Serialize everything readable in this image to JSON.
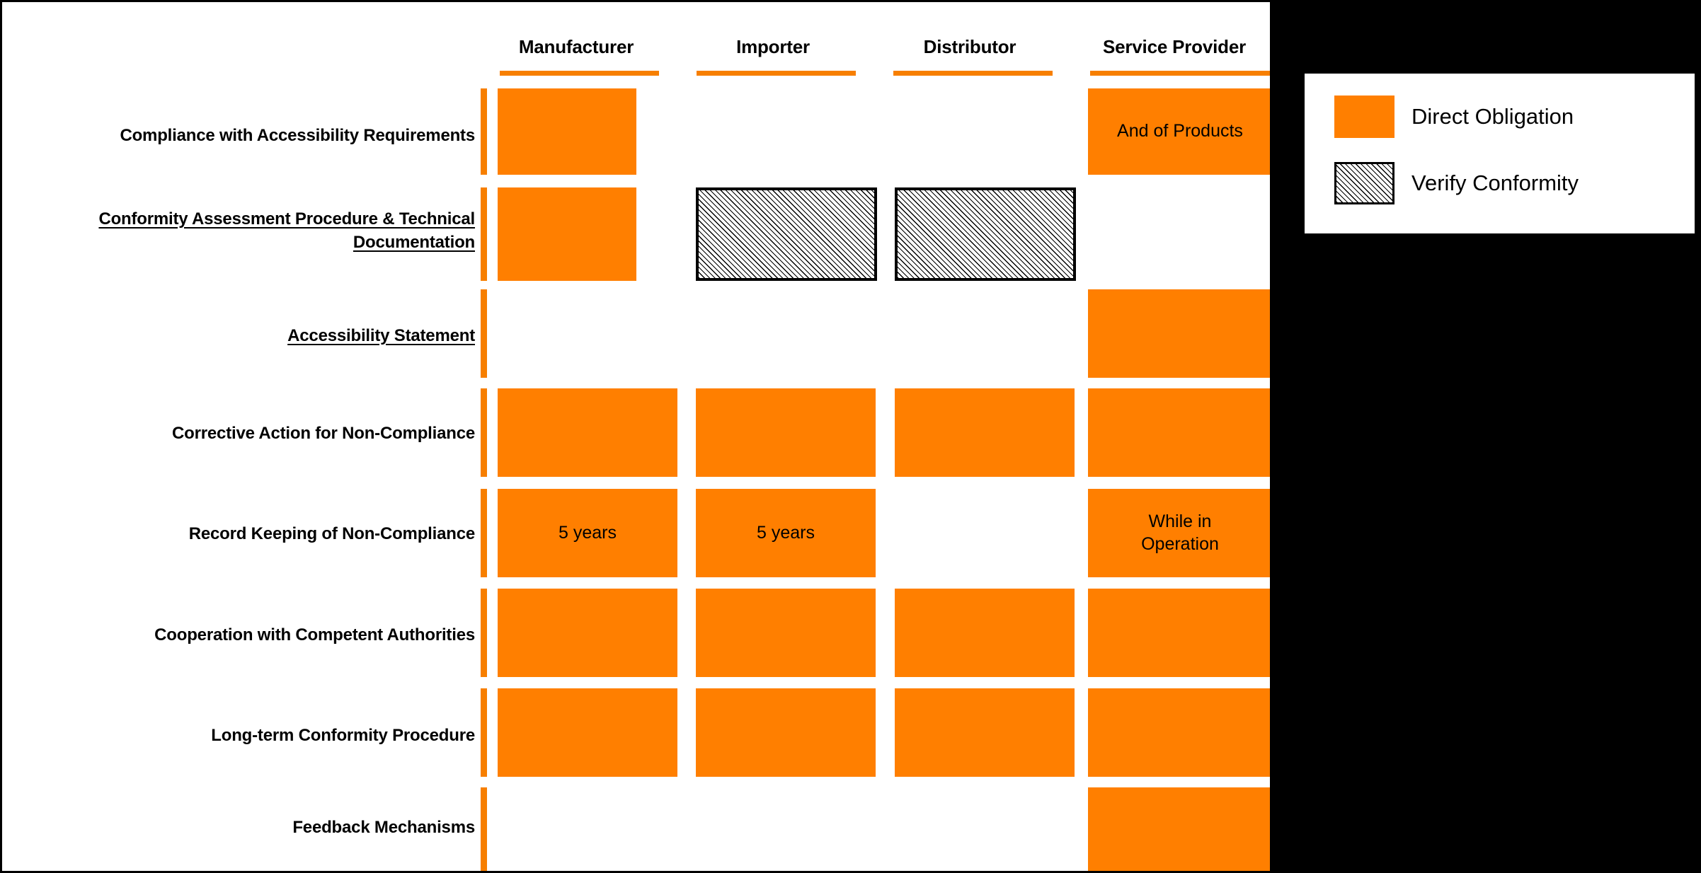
{
  "chart_data": {
    "type": "heatmap",
    "title": "",
    "xlabel": "",
    "ylabel": "",
    "legend_position": "top-right",
    "categories": [
      "Manufacturer",
      "Importer",
      "Distributor",
      "Service Provider"
    ],
    "rows": [
      "Compliance with Accessibility Requirements",
      "Conformity Assessment Procedure & Technical Documentation",
      "Accessibility Statement",
      "Corrective Action for Non-Compliance",
      "Record Keeping of Non-Compliance",
      "Cooperation with Competent Authorities",
      "Long-term Conformity Procedure",
      "Feedback Mechanisms"
    ],
    "legend_entries": [
      {
        "label": "Direct Obligation",
        "fill": "solid-orange",
        "color": "#FF7F00"
      },
      {
        "label": "Verify Conformity",
        "fill": "diagonal-hatch",
        "color": "#FFFFFF"
      }
    ],
    "cells": [
      {
        "row": "Compliance with Accessibility Requirements",
        "column": "Manufacturer",
        "state": "direct",
        "label": ""
      },
      {
        "row": "Compliance with Accessibility Requirements",
        "column": "Importer",
        "state": "none",
        "label": ""
      },
      {
        "row": "Compliance with Accessibility Requirements",
        "column": "Distributor",
        "state": "none",
        "label": ""
      },
      {
        "row": "Compliance with Accessibility Requirements",
        "column": "Service Provider",
        "state": "direct",
        "label": "And of Products"
      },
      {
        "row": "Conformity Assessment Procedure & Technical Documentation",
        "column": "Manufacturer",
        "state": "direct",
        "label": ""
      },
      {
        "row": "Conformity Assessment Procedure & Technical Documentation",
        "column": "Importer",
        "state": "verify",
        "label": ""
      },
      {
        "row": "Conformity Assessment Procedure & Technical Documentation",
        "column": "Distributor",
        "state": "verify",
        "label": ""
      },
      {
        "row": "Conformity Assessment Procedure & Technical Documentation",
        "column": "Service Provider",
        "state": "none",
        "label": ""
      },
      {
        "row": "Accessibility Statement",
        "column": "Manufacturer",
        "state": "none",
        "label": ""
      },
      {
        "row": "Accessibility Statement",
        "column": "Importer",
        "state": "none",
        "label": ""
      },
      {
        "row": "Accessibility Statement",
        "column": "Distributor",
        "state": "none",
        "label": ""
      },
      {
        "row": "Accessibility Statement",
        "column": "Service Provider",
        "state": "direct",
        "label": ""
      },
      {
        "row": "Corrective Action for Non-Compliance",
        "column": "Manufacturer",
        "state": "direct",
        "label": ""
      },
      {
        "row": "Corrective Action for Non-Compliance",
        "column": "Importer",
        "state": "direct",
        "label": ""
      },
      {
        "row": "Corrective Action for Non-Compliance",
        "column": "Distributor",
        "state": "direct",
        "label": ""
      },
      {
        "row": "Corrective Action for Non-Compliance",
        "column": "Service Provider",
        "state": "direct",
        "label": ""
      },
      {
        "row": "Record Keeping of Non-Compliance",
        "column": "Manufacturer",
        "state": "direct",
        "label": "5 years"
      },
      {
        "row": "Record Keeping of Non-Compliance",
        "column": "Importer",
        "state": "direct",
        "label": "5 years"
      },
      {
        "row": "Record Keeping of Non-Compliance",
        "column": "Distributor",
        "state": "none",
        "label": ""
      },
      {
        "row": "Record Keeping of Non-Compliance",
        "column": "Service Provider",
        "state": "direct",
        "label": "While in Operation"
      },
      {
        "row": "Cooperation with Competent Authorities",
        "column": "Manufacturer",
        "state": "direct",
        "label": ""
      },
      {
        "row": "Cooperation with Competent Authorities",
        "column": "Importer",
        "state": "direct",
        "label": ""
      },
      {
        "row": "Cooperation with Competent Authorities",
        "column": "Distributor",
        "state": "direct",
        "label": ""
      },
      {
        "row": "Cooperation with Competent Authorities",
        "column": "Service Provider",
        "state": "direct",
        "label": ""
      },
      {
        "row": "Long-term Conformity Procedure",
        "column": "Manufacturer",
        "state": "direct",
        "label": ""
      },
      {
        "row": "Long-term Conformity Procedure",
        "column": "Importer",
        "state": "direct",
        "label": ""
      },
      {
        "row": "Long-term Conformity Procedure",
        "column": "Distributor",
        "state": "direct",
        "label": ""
      },
      {
        "row": "Long-term Conformity Procedure",
        "column": "Service Provider",
        "state": "direct",
        "label": ""
      },
      {
        "row": "Feedback Mechanisms",
        "column": "Manufacturer",
        "state": "none",
        "label": ""
      },
      {
        "row": "Feedback Mechanisms",
        "column": "Importer",
        "state": "none",
        "label": ""
      },
      {
        "row": "Feedback Mechanisms",
        "column": "Distributor",
        "state": "none",
        "label": ""
      },
      {
        "row": "Feedback Mechanisms",
        "column": "Service Provider",
        "state": "direct",
        "label": ""
      }
    ]
  },
  "columns": [
    {
      "label": "Manufacturer"
    },
    {
      "label": "Importer"
    },
    {
      "label": "Distributor"
    },
    {
      "label": "Service Provider"
    }
  ],
  "rows": [
    {
      "label": "Compliance with Accessibility Requirements",
      "underlined": false
    },
    {
      "label": "Conformity Assessment Procedure & Technical Documentation",
      "underlined": true
    },
    {
      "label": "Accessibility Statement",
      "underlined": true
    },
    {
      "label": "Corrective Action for Non-Compliance",
      "underlined": false
    },
    {
      "label": "Record Keeping of Non-Compliance",
      "underlined": false
    },
    {
      "label": "Cooperation with Competent Authorities",
      "underlined": false
    },
    {
      "label": "Long-term Conformity Procedure",
      "underlined": false
    },
    {
      "label": "Feedback Mechanisms",
      "underlined": false
    }
  ],
  "cell_labels": {
    "r0c3": "And of Products",
    "r4c0": "5 years",
    "r4c1": "5 years",
    "r4c3_line1": "While in",
    "r4c3_line2": "Operation"
  },
  "legend": {
    "items": [
      {
        "label": "Direct Obligation",
        "swatch": "solid-orange"
      },
      {
        "label": "Verify Conformity",
        "swatch": "diagonal-hatch"
      }
    ]
  },
  "colors": {
    "direct_obligation": "#FF7F00",
    "accent_rule": "#F77F00",
    "verify_border": "#000000",
    "canvas": "#FFFFFF",
    "backdrop": "#000000",
    "text": "#000000"
  }
}
